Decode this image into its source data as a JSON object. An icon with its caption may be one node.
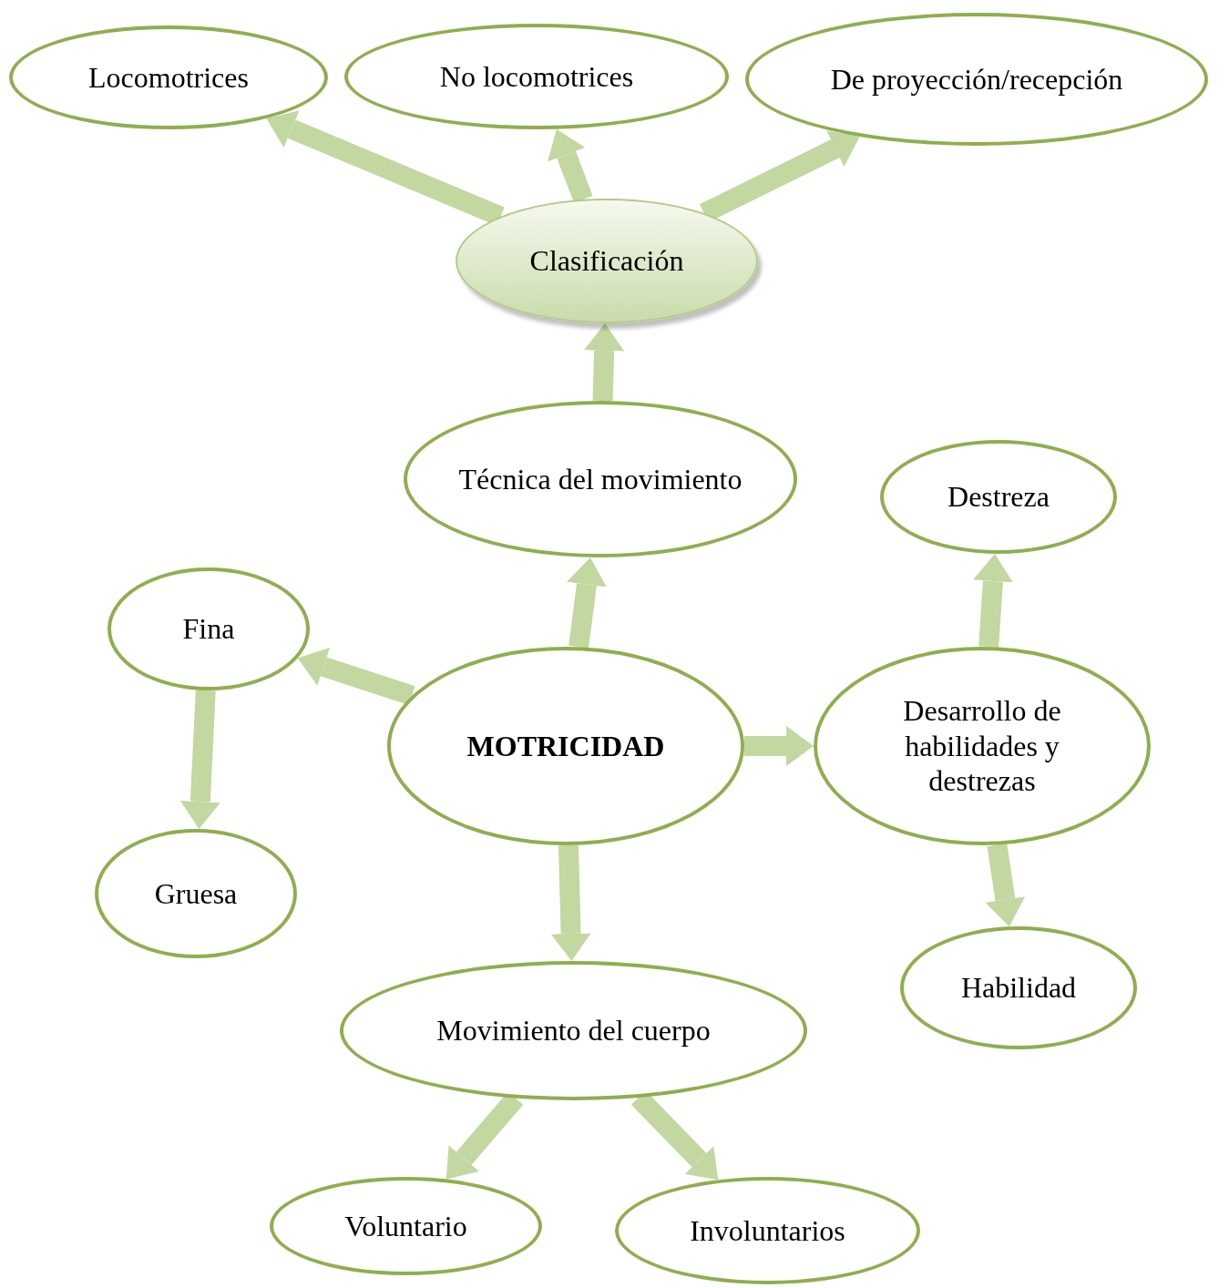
{
  "diagram": {
    "nodes": [
      {
        "text": [
          "Locomotrices"
        ]
      },
      {
        "text": [
          "No locomotrices"
        ]
      },
      {
        "text": [
          "De proyección/recepción"
        ]
      },
      {
        "text": [
          "Clasificación"
        ]
      },
      {
        "text": [
          "Técnica del movimiento"
        ]
      },
      {
        "text": [
          "Destreza"
        ]
      },
      {
        "text": [
          "Fina"
        ]
      },
      {
        "text": [
          "MOTRICIDAD"
        ]
      },
      {
        "text": [
          "Desarrollo de habilidades y destrezas"
        ]
      },
      {
        "text": [
          "Gruesa"
        ]
      },
      {
        "text": [
          "Habilidad"
        ]
      },
      {
        "text": [
          "Movimiento del cuerpo"
        ]
      },
      {
        "text": [
          "Voluntario"
        ]
      },
      {
        "text": [
          "Involuntarios"
        ]
      }
    ],
    "edges": [
      {
        "from": 3,
        "to": 0,
        "arrow": "to"
      },
      {
        "from": 3,
        "to": 1,
        "arrow": "to"
      },
      {
        "from": 3,
        "to": 2,
        "arrow": "to"
      },
      {
        "from": 4,
        "to": 3,
        "arrow": "to"
      },
      {
        "from": 7,
        "to": 4,
        "arrow": "to"
      },
      {
        "from": 7,
        "to": 6,
        "arrow": "to"
      },
      {
        "from": 7,
        "to": 8,
        "arrow": "to"
      },
      {
        "from": 7,
        "to": 11,
        "arrow": "to"
      },
      {
        "from": 6,
        "to": 9,
        "arrow": "to"
      },
      {
        "from": 8,
        "to": 5,
        "arrow": "to"
      },
      {
        "from": 8,
        "to": 10,
        "arrow": "to"
      },
      {
        "from": 11,
        "to": 12,
        "arrow": "to"
      },
      {
        "from": 11,
        "to": 13,
        "arrow": "to"
      }
    ]
  }
}
